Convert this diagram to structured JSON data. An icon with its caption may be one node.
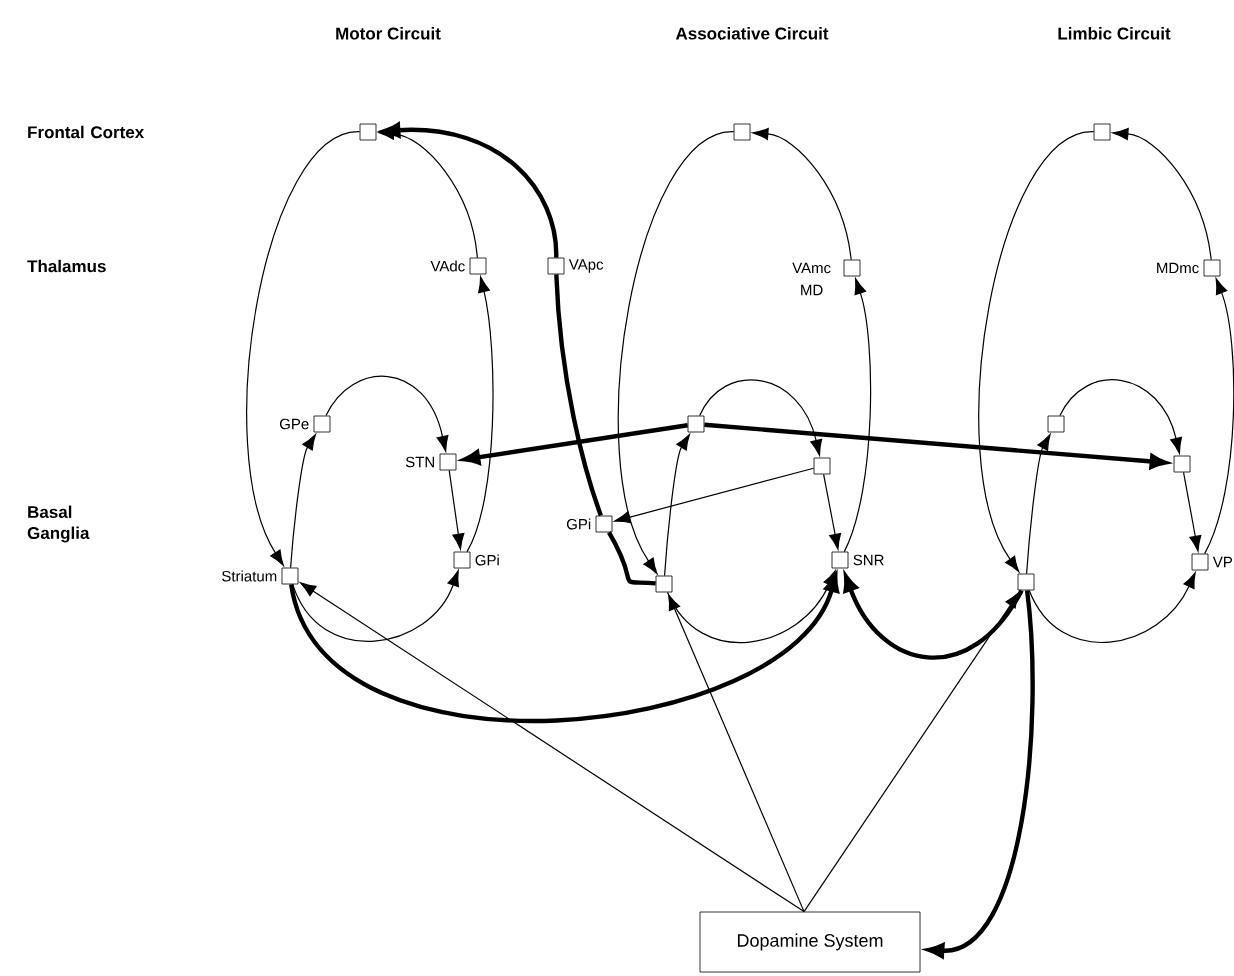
{
  "diagram": {
    "nodes": [
      {
        "text": [],
        "shape": "box"
      },
      {
        "text": [],
        "shape": "box"
      },
      {
        "text": [],
        "shape": "box"
      },
      {
        "text": [],
        "shape": "box",
        "beside": [
          "VAdc"
        ]
      },
      {
        "text": [],
        "shape": "box",
        "beside": [
          "VApc"
        ]
      },
      {
        "text": [],
        "shape": "box",
        "beside": [
          "VAmc",
          "MD"
        ]
      },
      {
        "text": [],
        "shape": "box",
        "beside": [
          "MDmc"
        ]
      },
      {
        "text": [],
        "shape": "box",
        "beside": [
          "GPe"
        ]
      },
      {
        "text": [],
        "shape": "box"
      },
      {
        "text": [],
        "shape": "box"
      },
      {
        "text": [],
        "shape": "box",
        "beside": [
          "STN"
        ]
      },
      {
        "text": [],
        "shape": "box"
      },
      {
        "text": [],
        "shape": "box"
      },
      {
        "text": [],
        "shape": "box",
        "beside": [
          "GPi"
        ]
      },
      {
        "text": [],
        "shape": "box",
        "beside": [
          "GPi"
        ]
      },
      {
        "text": [],
        "shape": "box",
        "beside": [
          "Striatum"
        ]
      },
      {
        "text": [],
        "shape": "box",
        "beside": [
          "SNR"
        ]
      },
      {
        "text": [],
        "shape": "box",
        "beside": [
          "VP"
        ]
      },
      {
        "text": [],
        "shape": "box"
      },
      {
        "text": [],
        "shape": "box"
      },
      {
        "text": [
          "Dopamine System"
        ]
      }
    ],
    "edges": [
      {
        "from": 0,
        "to": 15,
        "arrow": "to"
      },
      {
        "from": 15,
        "to": 14,
        "arrow": "to"
      },
      {
        "from": 14,
        "to": 3,
        "arrow": "to"
      },
      {
        "from": 3,
        "to": 0,
        "arrow": "to"
      },
      {
        "from": 15,
        "to": 7,
        "arrow": "to"
      },
      {
        "from": 7,
        "to": 10,
        "arrow": "to"
      },
      {
        "from": 10,
        "to": 14,
        "arrow": "to"
      },
      {
        "from": 1,
        "to": 18,
        "arrow": "to"
      },
      {
        "from": 18,
        "to": 16,
        "arrow": "to"
      },
      {
        "from": 16,
        "to": 5,
        "arrow": "to"
      },
      {
        "from": 5,
        "to": 1,
        "arrow": "to"
      },
      {
        "from": 18,
        "to": 8,
        "arrow": "to"
      },
      {
        "from": 8,
        "to": 11,
        "arrow": "to"
      },
      {
        "from": 11,
        "to": 16,
        "arrow": "to"
      },
      {
        "from": 2,
        "to": 19,
        "arrow": "to"
      },
      {
        "from": 19,
        "to": 17,
        "arrow": "to"
      },
      {
        "from": 17,
        "to": 6,
        "arrow": "to"
      },
      {
        "from": 6,
        "to": 2,
        "arrow": "to"
      },
      {
        "from": 19,
        "to": 9,
        "arrow": "to"
      },
      {
        "from": 9,
        "to": 12,
        "arrow": "to"
      },
      {
        "from": 12,
        "to": 17,
        "arrow": "to"
      },
      {
        "from": 11,
        "to": 13,
        "arrow": "to"
      },
      {
        "from": 8,
        "to": 10,
        "arrow": "to",
        "style": "thick"
      },
      {
        "from": 8,
        "to": 12,
        "arrow": "to",
        "style": "thick"
      },
      {
        "from": 18,
        "to": 13,
        "arrow": "none",
        "style": "thick"
      },
      {
        "from": 13,
        "to": 4,
        "arrow": "none",
        "style": "thick"
      },
      {
        "from": 4,
        "to": 0,
        "arrow": "to",
        "style": "thick"
      },
      {
        "from": 15,
        "to": 16,
        "arrow": "to",
        "style": "thick"
      },
      {
        "from": 19,
        "to": 16,
        "arrow": "to",
        "style": "thick"
      },
      {
        "from": 19,
        "to": 20,
        "arrow": "to",
        "style": "thick"
      },
      {
        "from": 20,
        "to": 15,
        "arrow": "to"
      },
      {
        "from": 20,
        "to": 18,
        "arrow": "to"
      },
      {
        "from": 20,
        "to": 19,
        "arrow": "to"
      }
    ],
    "labels": [
      "Motor Circuit",
      "Associative Circuit",
      "Limbic Circuit",
      "Frontal Cortex",
      "Thalamus",
      "Basal Ganglia"
    ]
  }
}
